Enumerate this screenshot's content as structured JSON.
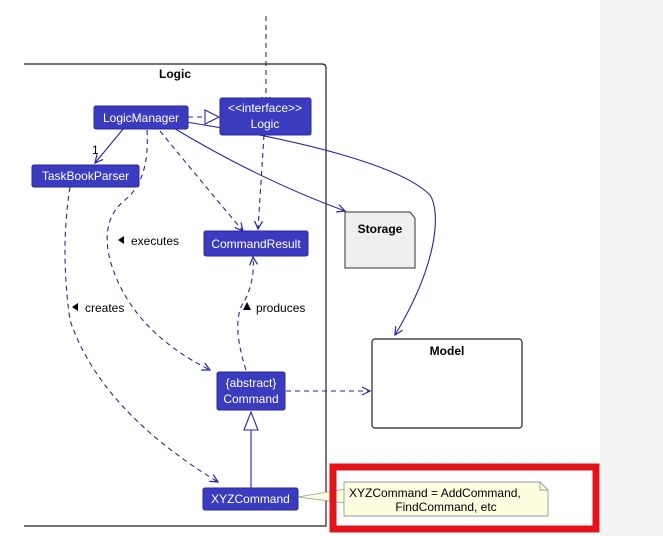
{
  "diagram": {
    "logic_package": {
      "title": "Logic"
    },
    "classes": {
      "logic_manager": "LogicManager",
      "logic_interface_stereotype": "<<interface>>",
      "logic_interface_name": "Logic",
      "taskbook_parser": "TaskBookParser",
      "command_result": "CommandResult",
      "command_stereotype": "{abstract}",
      "command_name": "Command",
      "xyz_command": "XYZCommand"
    },
    "external": {
      "storage": "Storage",
      "model": "Model"
    },
    "edge_labels": {
      "multiplicity": "1",
      "executes": "executes",
      "creates": "creates",
      "produces": "produces"
    },
    "note": {
      "line1": "XYZCommand = AddCommand,",
      "line2": "FindCommand, etc"
    },
    "colors": {
      "class_fill": "#3b3bbf",
      "edge": "#26269e",
      "note_fill": "#fdfde0",
      "highlight": "#e3131b",
      "storage_fill": "#efefef"
    }
  }
}
